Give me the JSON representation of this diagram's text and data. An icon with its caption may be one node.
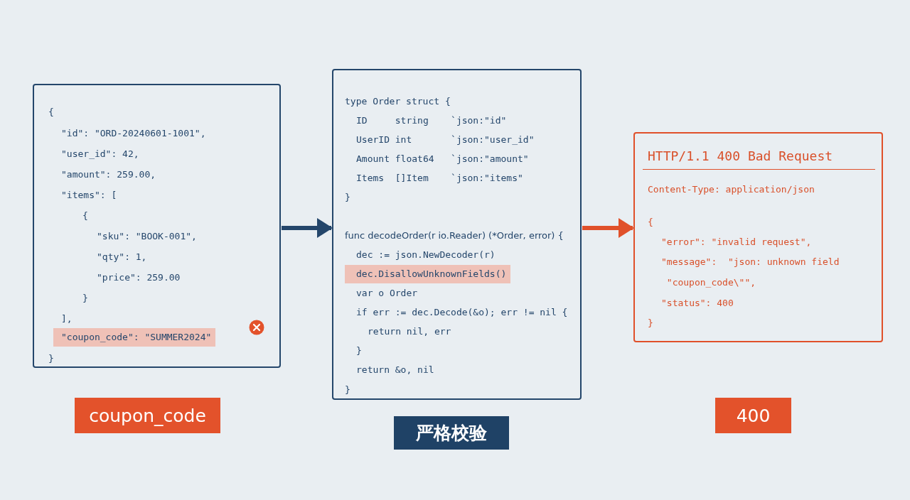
{
  "diagram": {
    "nodes": [
      {
        "text": [
          "{",
          "\"id\": \"ORD-20240601-1001\",",
          "\"user_id\": 42,",
          "\"amount\": 259.00,",
          "\"items\": [",
          "{",
          "\"sku\": \"BOOK-001\",",
          "\"qty\": 1,",
          "\"price\": 259.00",
          "}",
          "],",
          "\"coupon_code\": \"SUMMER2024\"",
          "}"
        ]
      },
      {
        "text": [
          "type Order struct {",
          "ID     string    `json:\"id\"",
          "UserID int       `json:\"user_id\"",
          "Amount float64   `json:\"amount\"",
          "Items  []Item    `json:\"items\"",
          "}",
          "func decodeOrder(r io.Reader) (*Order, error) {",
          "dec := json.NewDecoder(r)",
          "dec.DisallowUnknownFields()",
          "var o Order",
          "if err := dec.Decode(&o); err != nil {",
          "return nil, err",
          "}",
          "return &o, nil",
          "}"
        ]
      },
      {
        "text": [
          "HTTP/1.1 400 Bad Request",
          "Content-Type: application/json",
          "{",
          "\"error\": \"invalid request\",",
          "\"message\":  \"json: unknown field \"coupon_code\\\"\",",
          "\"status\": 400",
          "}"
        ]
      },
      {
        "text": [
          "coupon_code"
        ]
      },
      {
        "text": [
          "严格校验"
        ]
      },
      {
        "text": [
          "400"
        ]
      }
    ],
    "edges": [
      {
        "from": 0,
        "to": 1,
        "arrow": "to",
        "color": "#24466b"
      },
      {
        "from": 1,
        "to": 2,
        "arrow": "to",
        "color": "#e0502a"
      }
    ]
  }
}
